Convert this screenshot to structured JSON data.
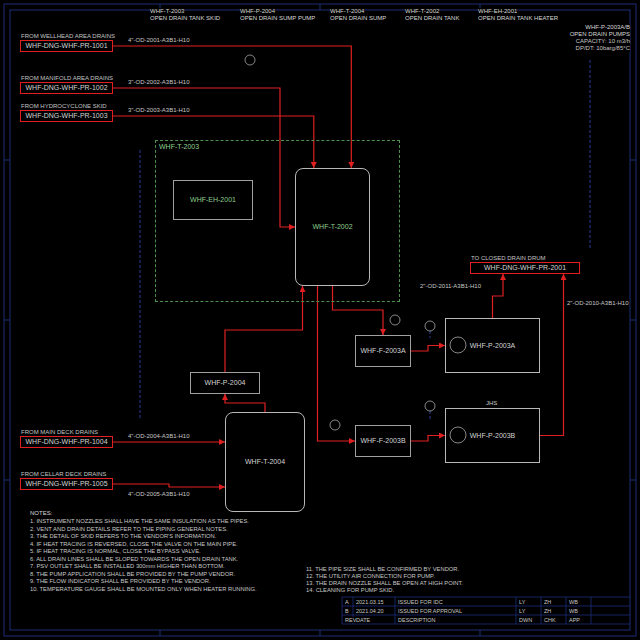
{
  "diagram": {
    "nodes": [
      {
        "text": [
          "FROM WELLHEAD AREA DRAINS",
          "WHF-DNG-WHF-PR-1001"
        ]
      },
      {
        "text": [
          "FROM MANIFOLD AREA DRAINS",
          "WHF-DNG-WHF-PR-1002"
        ]
      },
      {
        "text": [
          "FROM HYDROCYCLONE SKID",
          "WHF-DNG-WHF-PR-1003"
        ]
      },
      {
        "text": [
          "WHF-T-2003"
        ]
      },
      {
        "text": [
          "WHF-T-2002"
        ],
        "in": 3
      },
      {
        "text": [
          "WHF-EH-2001"
        ],
        "in": 3
      },
      {
        "text": [
          "TO CLOSED DRAIN DRUM",
          "WHF-DNG-WHF-PR-2001"
        ]
      },
      {
        "text": [
          "WHF-F-2003A"
        ]
      },
      {
        "text": [
          "WHF-P-2003A"
        ]
      },
      {
        "text": [
          "WHF-P-2004"
        ]
      },
      {
        "text": [
          "WHF-F-2003B"
        ]
      },
      {
        "text": [
          "WHF-P-2003B"
        ]
      },
      {
        "text": [
          "FROM MAIN DECK DRAINS",
          "WHF-DNG-WHF-PR-1004"
        ]
      },
      {
        "text": [
          "WHF-T-2004"
        ]
      },
      {
        "text": [
          "FROM CELLAR DECK DRAINS",
          "WHF-DNG-WHF-PR-1005"
        ]
      }
    ],
    "edges": [
      {
        "from": 0,
        "to": 4,
        "arrow": "to"
      },
      {
        "from": 1,
        "to": 4,
        "arrow": "to"
      },
      {
        "from": 2,
        "to": 4,
        "arrow": "to"
      },
      {
        "from": 4,
        "to": 7,
        "arrow": "to"
      },
      {
        "from": 4,
        "to": 10,
        "arrow": "to"
      },
      {
        "from": 7,
        "to": 8,
        "arrow": "to"
      },
      {
        "from": 10,
        "to": 11,
        "arrow": "to"
      },
      {
        "from": 8,
        "to": 6,
        "arrow": "to"
      },
      {
        "from": 11,
        "to": 6,
        "arrow": "to"
      },
      {
        "from": 12,
        "to": 13,
        "arrow": "to"
      },
      {
        "from": 14,
        "to": 13,
        "arrow": "to"
      },
      {
        "from": 13,
        "to": 9,
        "arrow": "to"
      },
      {
        "from": 9,
        "to": 4,
        "arrow": "to"
      }
    ],
    "labels": [
      "WHF-T-2003",
      "OPEN DRAIN TANK SKID",
      "WHF-P-2004",
      "OPEN DRAIN SUMP PUMP",
      "WHF-T-2004",
      "OPEN DRAIN SUMP",
      "WHF-T-2002",
      "OPEN DRAIN TANK",
      "WHF-EH-2001",
      "OPEN DRAIN TANK HEATER",
      "WHF-P-2003A/B",
      "OPEN DRAIN PUMPS",
      "CAPACITY: 10 m3/h",
      "DP/DT: 10barg/85°C",
      "4\"-OD-2001-A3B1-H10",
      "3\"-OD-2002-A3B1-H10",
      "3\"-OD-2003-A3B1-H10",
      "4\"-OD-2004-A3B1-H10",
      "4\"-OD-2005-A3B1-H10",
      "2\"-OD-2010-A3B1-H10",
      "2\"-OD-2011-A3B1-H10",
      "JHS",
      "NOTES:",
      "1. INSTRUMENT NOZZLES SHALL HAVE THE SAME INSULATION AS THE PIPES.",
      "2. VENT AND DRAIN DETAILS REFER TO THE PIPING GENERAL NOTES.",
      "3. THE DETAIL OF SKID REFERS TO THE VENDOR'S INFORMATION.",
      "4. IF HEAT TRACING IS REVERSED, CLOSE THE VALVE ON THE MAIN PIPE.",
      "5. IF HEAT TRACING IS NORMAL, CLOSE THE BYPASS VALVE.",
      "6. ALL DRAIN LINES SHALL BE SLOPED TOWARDS THE OPEN DRAIN TANK.",
      "7. PSV OUTLET SHALL BE INSTALLED 300mm HIGHER THAN BOTTOM.",
      "8. THE PUMP APPLICATION SHALL BE PROVIDED BY THE PUMP VENDOR.",
      "9. THE FLOW INDICATOR SHALL BE PROVIDED BY THE VENDOR.",
      "10. TEMPERATURE GAUGE SHALL BE MOUNTED ONLY WHEN HEATER RUNNING.",
      "11. THE PIPE SIZE SHALL BE CONFIRMED BY VENDOR.",
      "12. THE UTILITY AIR CONNECTION FOR PUMP.",
      "13. THE DRAIN NOZZLE SHALL BE OPEN AT HIGH POINT.",
      "14. CLEANING FOR PUMP SKID.",
      "A",
      "2021.03.15",
      "ISSUED FOR IDC",
      "LY",
      "ZH",
      "WB",
      "B",
      "2021.04.20",
      "ISSUED FOR APPROVAL",
      "LY",
      "ZH",
      "WB",
      "REV",
      "DATE",
      "DESCRIPTION",
      "DWN",
      "CHK",
      "APP"
    ]
  }
}
